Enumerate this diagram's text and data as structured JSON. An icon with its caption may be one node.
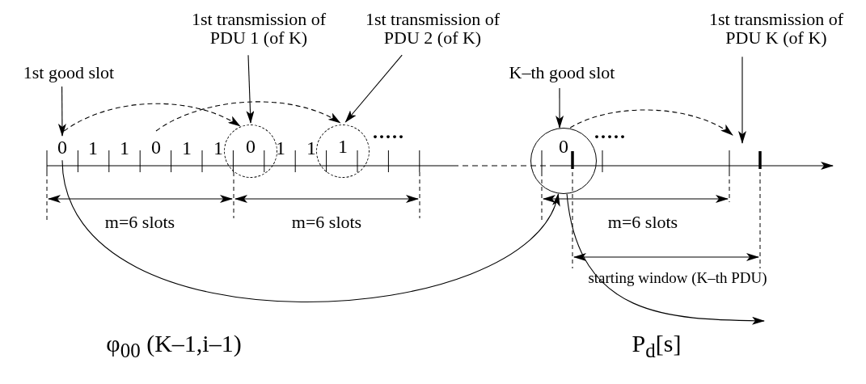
{
  "diagram": {
    "nodes": [
      {
        "text": [
          "1st good slot"
        ]
      },
      {
        "text": [
          "1st transmission of PDU 1 (of K)"
        ]
      },
      {
        "text": [
          "1st transmission of PDU 2 (of K)"
        ]
      },
      {
        "text": [
          "K–th good slot"
        ]
      },
      {
        "text": [
          "1st transmission of PDU K (of K)"
        ]
      },
      {
        "text": [
          "0"
        ]
      },
      {
        "text": [
          "0"
        ]
      },
      {
        "text": [
          "0"
        ]
      },
      {
        "text": [
          "1"
        ]
      },
      {
        "text": [
          "0"
        ]
      }
    ],
    "edges": [
      {
        "from": 0,
        "to": 5,
        "arrow": "to"
      },
      {
        "from": 1,
        "to": 7,
        "arrow": "to"
      },
      {
        "from": 2,
        "to": 8,
        "arrow": "to"
      },
      {
        "from": 3,
        "to": 9,
        "arrow": "to"
      },
      {
        "from": 4,
        "to": null,
        "arrow": "to"
      },
      {
        "from": 5,
        "to": 7,
        "arrow": "to",
        "style": "dashed"
      },
      {
        "from": 6,
        "to": 8,
        "arrow": "to",
        "style": "dashed"
      },
      {
        "from": 9,
        "to": null,
        "arrow": "to",
        "style": "dashed"
      },
      {
        "from": 5,
        "to": 9,
        "arrow": "to"
      },
      {
        "from": 9,
        "to": null,
        "arrow": "to"
      }
    ],
    "labels": [
      "1",
      "1",
      "1",
      "1",
      "1",
      "1",
      ".....",
      ".....",
      "m=6 slots",
      "m=6 slots",
      "m=6 slots",
      "starting window (K–th PDU)",
      "φ$_{00}$ (K–1,i–1)",
      "P$_{d}$[s]"
    ]
  }
}
